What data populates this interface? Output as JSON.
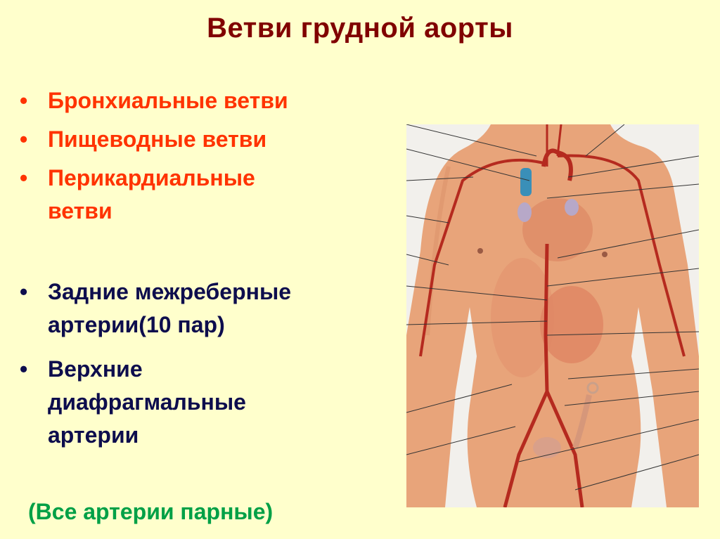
{
  "slide": {
    "title": "Ветви грудной аорты",
    "colors": {
      "background": "#ffffcc",
      "title": "#800000",
      "visceral_branches": "#ff3300",
      "parietal_branches": "#0d0d4d",
      "footnote": "#00a046"
    },
    "bullets": [
      {
        "dot": "•",
        "text": "Бронхиальные ветви"
      },
      {
        "dot": "•",
        "text": "Пищеводные ветви"
      },
      {
        "dot": "•",
        "text": "Перикардиальные ветви"
      },
      {
        "dot": "•",
        "text": "Задние межреберные артерии(10 пар)"
      },
      {
        "dot": "•",
        "text": "Верхние диафрагмальные артерии"
      }
    ],
    "footnote": "(Все артерии парные)",
    "figure": {
      "description": "anatomical-illustration-human-torso-arterial-system",
      "label_lines_left": 8,
      "label_lines_right": 12
    }
  }
}
